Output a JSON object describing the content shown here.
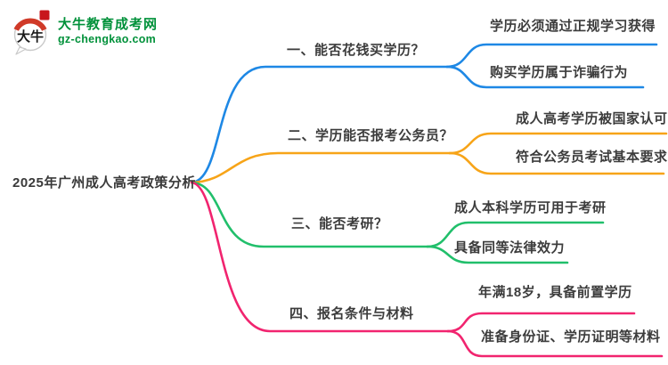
{
  "site": {
    "name": "大牛教育成考网",
    "domain": "gz-chengkao.com",
    "icon_text": "大牛",
    "brand_green": "#00913A",
    "seal_red": "#C8161D",
    "arc_red": "#D03A28"
  },
  "mindmap": {
    "root": "2025年广州成人高考政策分析",
    "branches": [
      {
        "label": "一、能否花钱买学历？",
        "color": "#1E88E5",
        "children": [
          "学历必须通过正规学习获得",
          "购买学历属于诈骗行为"
        ]
      },
      {
        "label": "二、学历能否报考公务员？",
        "color": "#F7A418",
        "children": [
          "成人高考学历被国家认可",
          "符合公务员考试基本要求"
        ]
      },
      {
        "label": "三、能否考研？",
        "color": "#21BF6B",
        "children": [
          "成人本科学历可用于考研",
          "具备同等法律效力"
        ]
      },
      {
        "label": "四、报名条件与材料",
        "color": "#F1246F",
        "children": [
          "年满18岁，具备前置学历",
          "准备身份证、学历证明等材料"
        ]
      }
    ]
  }
}
